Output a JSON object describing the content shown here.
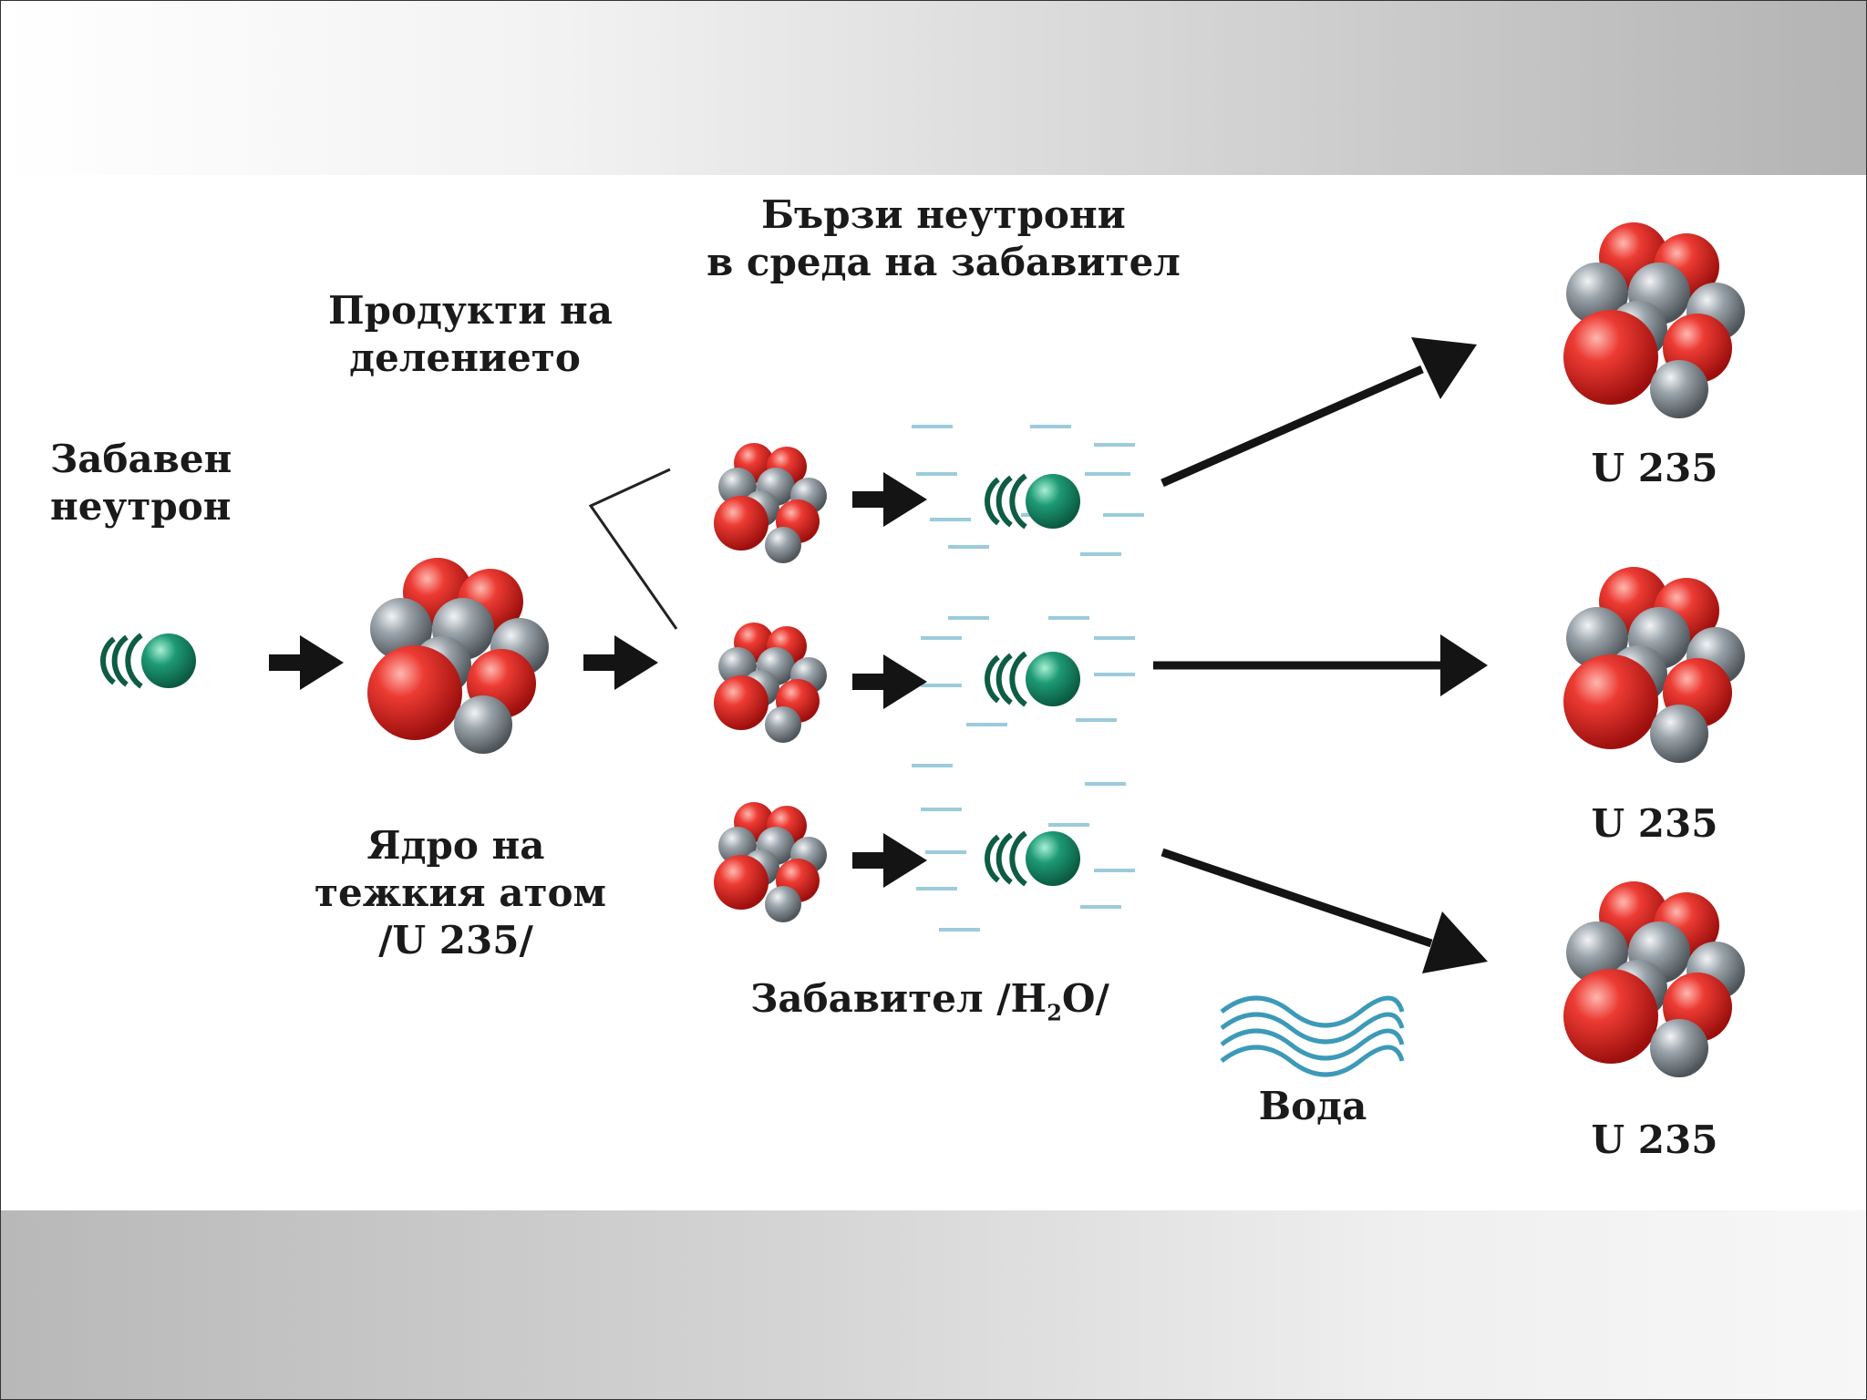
{
  "labels": {
    "slow_neutron": [
      "Забавен",
      "неутрон"
    ],
    "fission_products": [
      "Продукти на",
      "делението"
    ],
    "fast_neutrons": [
      "Бързи неутрони",
      "в среда на забавител"
    ],
    "nucleus": [
      "Ядро на",
      "тежкия атом",
      "/U 235/"
    ],
    "moderator_prefix": "Забавител /H",
    "moderator_sub": "2",
    "moderator_suffix": "O/",
    "water": "Вода",
    "u235": [
      "U 235",
      "U 235",
      "U 235"
    ]
  },
  "colors": {
    "proton": "#d8211f",
    "neutron": "#8c959c",
    "free_neutron": "#17896a",
    "arrow": "#141414",
    "water": "#3c9ab8",
    "moderator_dash": "#9ccbdb"
  }
}
